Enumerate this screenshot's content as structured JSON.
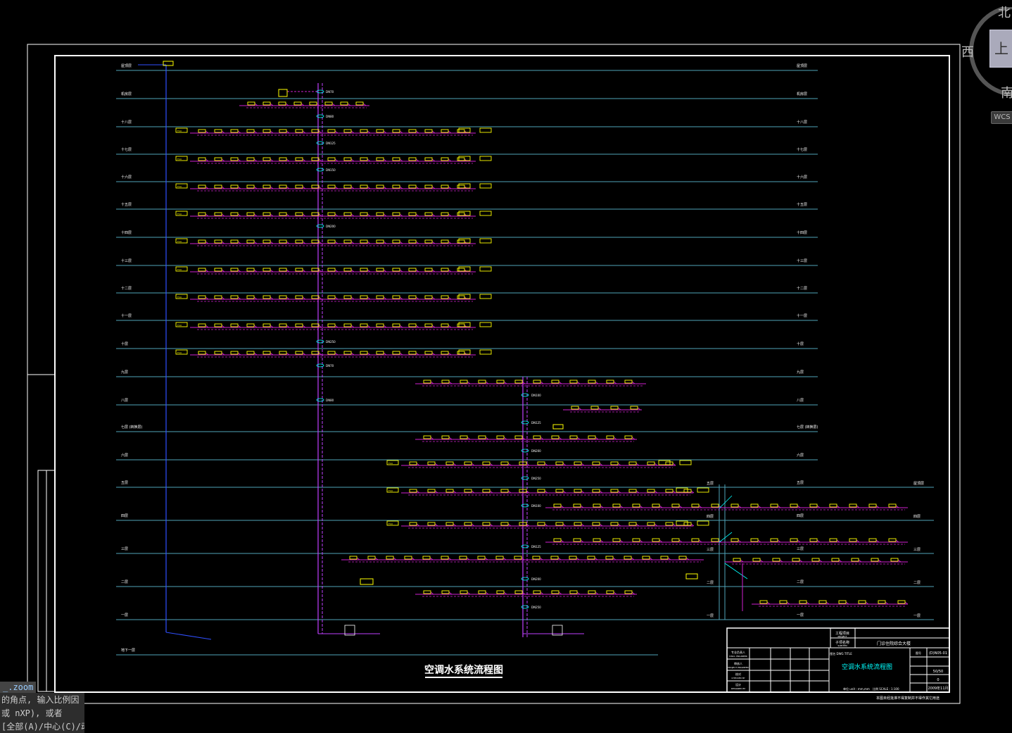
{
  "diagram": {
    "title": "空调水系统流程图",
    "floor_labels_left": [
      "屋顶层",
      "机房层",
      "十八层",
      "十七层",
      "十六层",
      "十五层",
      "十四层",
      "十三层",
      "十二层",
      "十一层",
      "十层",
      "九层",
      "八层",
      "七层 (转换层)",
      "六层",
      "五层",
      "四层",
      "三层",
      "二层",
      "一层",
      "地下一层"
    ],
    "floor_labels_right": [
      "屋顶层",
      "机房层",
      "十八层",
      "十七层",
      "十六层",
      "十五层",
      "十四层",
      "十三层",
      "十二层",
      "十一层",
      "十层",
      "九层",
      "八层",
      "七层 (转换层)",
      "六层",
      "五层",
      "四层",
      "三层",
      "二层",
      "一层"
    ],
    "annex_floor_labels": [
      "五层",
      "四层",
      "三层",
      "二层",
      "一层",
      "屋顶层",
      "四层",
      "三层",
      "二层",
      "一层"
    ],
    "pipe_sizes": [
      "DN70",
      "DN80",
      "DN125",
      "DN150",
      "DN200",
      "DN250",
      "DN100",
      "DN125",
      "DN200",
      "DN250"
    ],
    "unit_tag": "FCU",
    "colors": {
      "background": "#000000",
      "frame": "#ffffff",
      "floor_line": "#4fa3b8",
      "pipe": "#d020d0",
      "riser": "#c040ff",
      "riser_blue": "#3050ff",
      "unit": "#ffff00",
      "text": "#ffffff",
      "title": "#ffffff",
      "annex": "#ff66ff"
    }
  },
  "title_block": {
    "project_label": "工程项目",
    "project_label_en": "PROJECT",
    "sub_label": "子项名称",
    "sub_label_en": "SUBITEM",
    "project_name": "门诊住院综合大楼",
    "drawing_label": "图名 DWG TITLE",
    "drawing_name": "空调水系统流程图",
    "drawing_no_label": "图号",
    "drawing_no": "(D)N05-01",
    "sheet": "50/50",
    "version": "0",
    "date": "2009年11月",
    "scale": "比例 SCALE : 1:100",
    "unit": "单位 unit : mm,mm",
    "roles": [
      "专业负责人",
      "审核人",
      "校对",
      "设计"
    ],
    "roles_en": [
      "DISCI. ENGINEER",
      "PROJECT ENGINEER",
      "CHECKED BY",
      "DESIGNED BY"
    ],
    "footer": "本图未经批准不得复制并不得作其它用途"
  },
  "viewcube": {
    "north": "北",
    "west": "西",
    "south": "南",
    "top": "上",
    "wcs": "WCS"
  },
  "command_line": {
    "zoom": "_.zoom",
    "line1": "的角点, 输入比例因",
    "line2": "或 nXP), 或者",
    "line3": "[全部(A)/中心(C)/动态(D)/"
  }
}
